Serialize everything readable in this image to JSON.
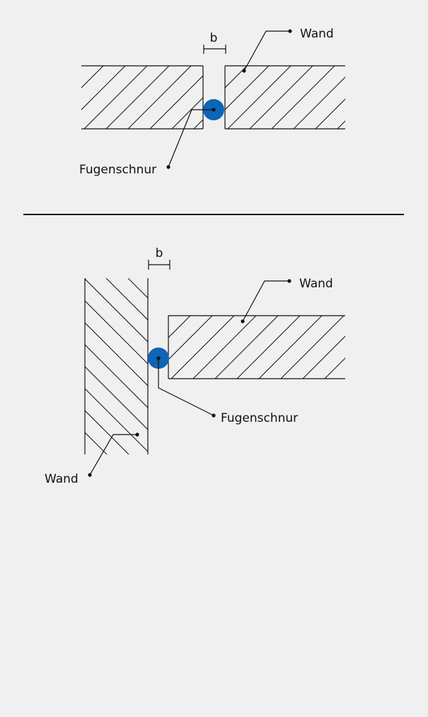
{
  "colors": {
    "background": "#f0f0f0",
    "line": "#111111",
    "cord": "#0d65b5"
  },
  "diagram_top": {
    "gap_label": "b",
    "wall_label": "Wand",
    "cord_label": "Fugenschnur"
  },
  "diagram_bottom": {
    "gap_label": "b",
    "wall_right_label": "Wand",
    "wall_left_label": "Wand",
    "cord_label": "Fugenschnur"
  }
}
